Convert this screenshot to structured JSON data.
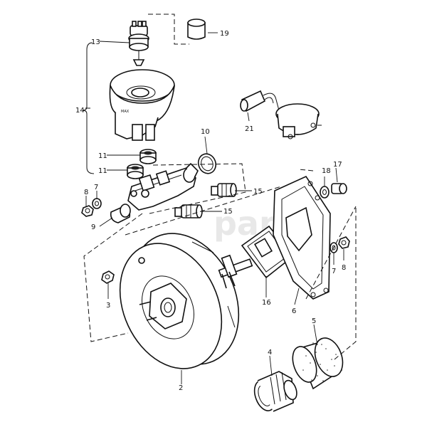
{
  "diagram": {
    "watermark": "part",
    "callouts": {
      "c2": "2",
      "c3": "3",
      "c4": "4",
      "c5": "5",
      "c6": "6",
      "c7a": "7",
      "c7b": "7",
      "c8a": "8",
      "c8b": "8",
      "c9": "9",
      "c10": "10",
      "c11a": "11",
      "c11b": "11",
      "c13": "13",
      "c14": "14",
      "c15a": "15",
      "c15b": "15",
      "c16": "16",
      "c17": "17",
      "c18": "18",
      "c19": "19",
      "c21": "21"
    }
  }
}
